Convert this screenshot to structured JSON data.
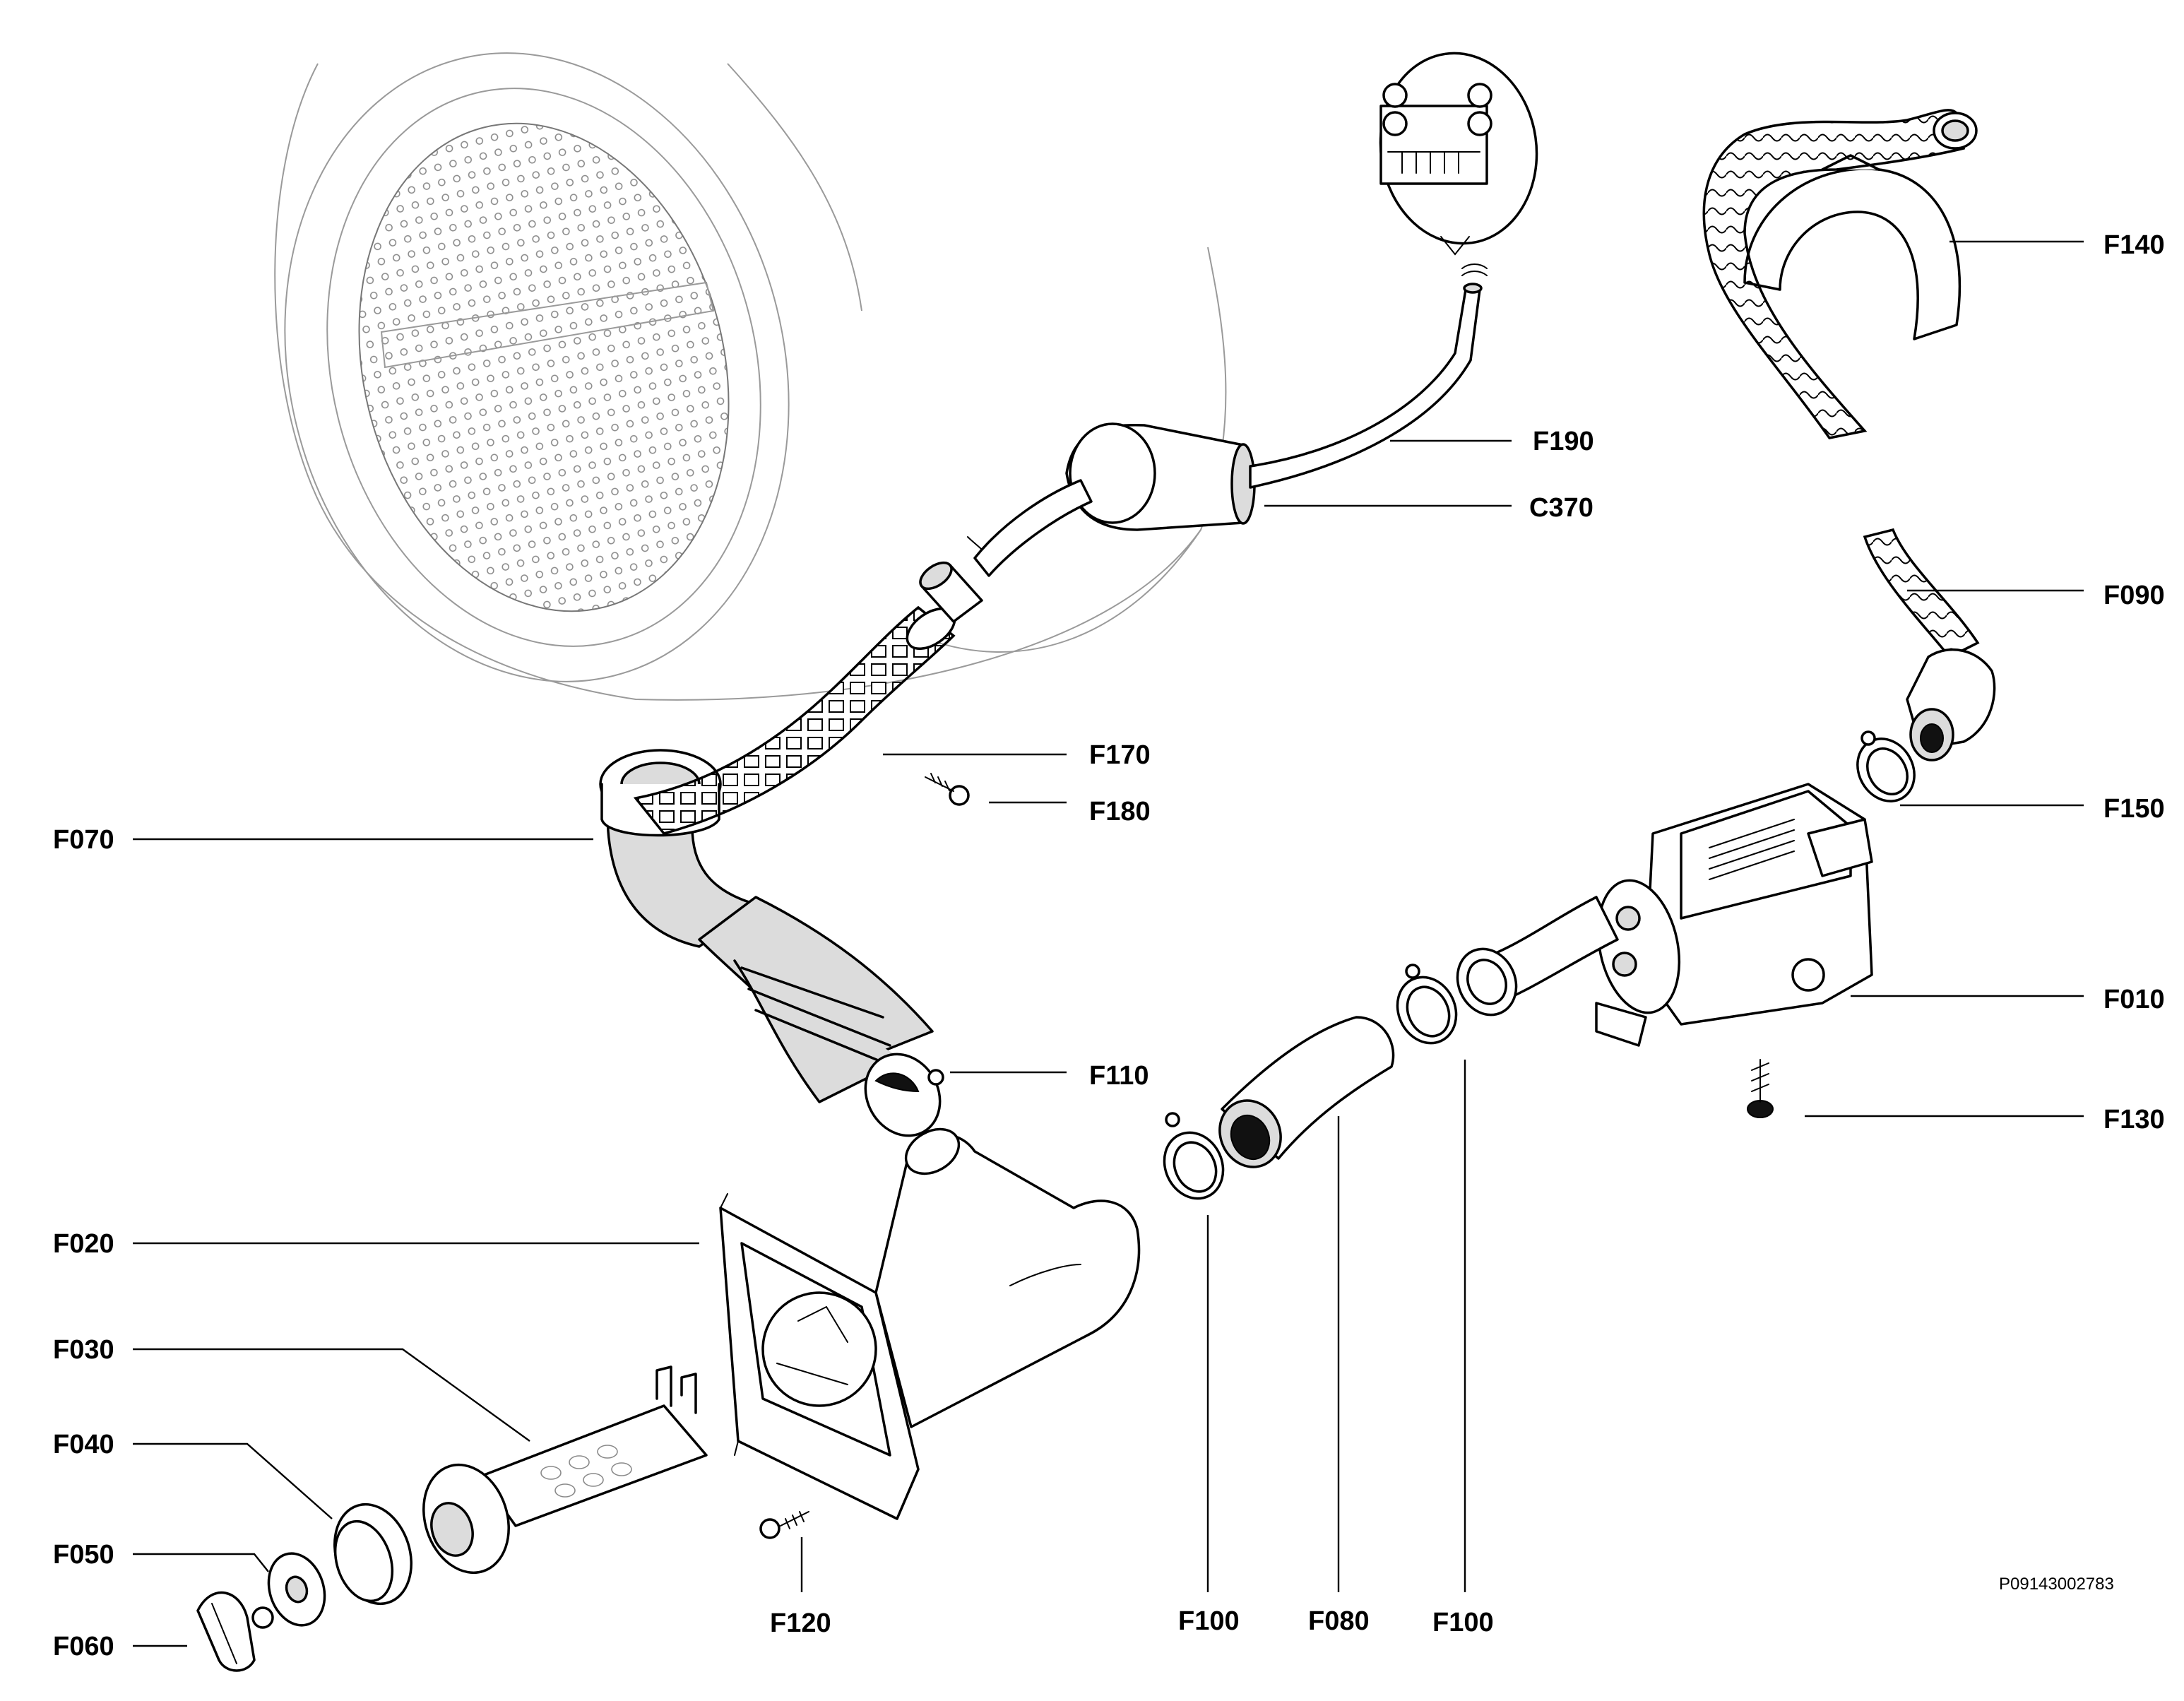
{
  "diagram": {
    "reference_code": "P09143002783",
    "labels": {
      "F070": "F070",
      "F020": "F020",
      "F030": "F030",
      "F040": "F040",
      "F050": "F050",
      "F060": "F060",
      "F120": "F120",
      "F170": "F170",
      "F180": "F180",
      "F110": "F110",
      "F190": "F190",
      "C370": "C370",
      "F100_left": "F100",
      "F080": "F080",
      "F100_right": "F100",
      "F140": "F140",
      "F090": "F090",
      "F150": "F150",
      "F010": "F010",
      "F130": "F130"
    }
  }
}
